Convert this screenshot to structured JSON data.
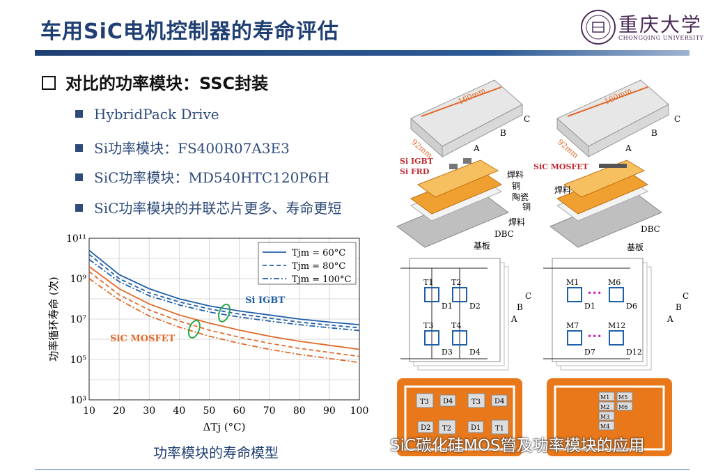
{
  "slide": {
    "title": "车用SiC电机控制器的寿命评估",
    "section_heading": "对比的功率模块：SSC封装",
    "bullets": [
      "HybridPack Drive",
      "Si功率模块：FS400R07A3E3",
      "SiC功率模块：MD540HTC120P6H",
      "SiC功率模块的并联芯片更多、寿命更短"
    ],
    "caption": "功率模块的寿命模型"
  },
  "logo": {
    "cn": "重庆大学",
    "en": "CHONGQING UNIVERSITY"
  },
  "watermark": "SiC碳化硅MOS管及功率模块的应用",
  "colors": {
    "title": "#1f3f73",
    "si": "#1f5fa8",
    "sic": "#e06a2a",
    "annotation_green": "#2aa84a"
  },
  "chart_data": {
    "type": "line",
    "xlabel": "ΔTj (°C)",
    "ylabel": "功率循环寿命 (次)",
    "x": [
      10,
      20,
      30,
      40,
      50,
      60,
      70,
      80,
      90,
      100
    ],
    "xlim": [
      10,
      100
    ],
    "ylim_log10": [
      3,
      11
    ],
    "y_scale": "log",
    "y_ticks": [
      "10³",
      "10⁵",
      "10⁷",
      "10⁹",
      "10¹¹"
    ],
    "grid": true,
    "legend_position": "top-right",
    "legend": [
      "Tjm = 60°C",
      "Tjm = 80°C",
      "Tjm = 100°C"
    ],
    "annotations": [
      "Si IGBT",
      "SiC MOSFET"
    ],
    "series": [
      {
        "name": "Si IGBT, Tjm = 60°C",
        "log10_values": [
          10.4,
          9.2,
          8.5,
          8.0,
          7.65,
          7.4,
          7.2,
          7.0,
          6.85,
          6.72
        ]
      },
      {
        "name": "Si IGBT, Tjm = 80°C",
        "log10_values": [
          10.2,
          9.0,
          8.3,
          7.85,
          7.5,
          7.25,
          7.05,
          6.85,
          6.7,
          6.57
        ]
      },
      {
        "name": "Si IGBT, Tjm = 100°C",
        "log10_values": [
          9.95,
          8.85,
          8.15,
          7.7,
          7.35,
          7.1,
          6.9,
          6.72,
          6.57,
          6.43
        ]
      },
      {
        "name": "SiC MOSFET, Tjm = 60°C",
        "log10_values": [
          9.6,
          8.5,
          7.75,
          7.2,
          6.8,
          6.45,
          6.15,
          5.9,
          5.7,
          5.5
        ]
      },
      {
        "name": "SiC MOSFET, Tjm = 80°C",
        "log10_values": [
          9.35,
          8.2,
          7.45,
          6.9,
          6.45,
          6.1,
          5.8,
          5.55,
          5.35,
          5.15
        ]
      },
      {
        "name": "SiC MOSFET, Tjm = 100°C",
        "log10_values": [
          9.0,
          7.95,
          7.15,
          6.6,
          6.15,
          5.8,
          5.5,
          5.25,
          5.05,
          4.85
        ]
      }
    ]
  },
  "figure": {
    "dims": [
      "160mm",
      "92mm"
    ],
    "terminals": [
      "A",
      "B",
      "C"
    ],
    "left_module_labels": [
      "Si IGBT",
      "Si FRD",
      "焊料",
      "铜",
      "陶瓷",
      "铜",
      "焊料",
      "DBC",
      "基板"
    ],
    "right_module_labels": [
      "SiC MOSFET",
      "焊料",
      "DBC",
      "基板"
    ],
    "left_circuit_labels": [
      "T1",
      "T2",
      "D1",
      "D2",
      "T3",
      "T4",
      "D3",
      "D4"
    ],
    "right_circuit_labels": [
      "M1",
      "M6",
      "D1",
      "D6",
      "M7",
      "M12",
      "D7",
      "D12"
    ],
    "left_layout_chips": [
      "T3",
      "D4",
      "T3",
      "D4",
      "D2",
      "T2",
      "D1",
      "T1"
    ],
    "right_layout_chips": [
      "M1",
      "M2",
      "M3",
      "M4",
      "M5",
      "M6"
    ]
  }
}
